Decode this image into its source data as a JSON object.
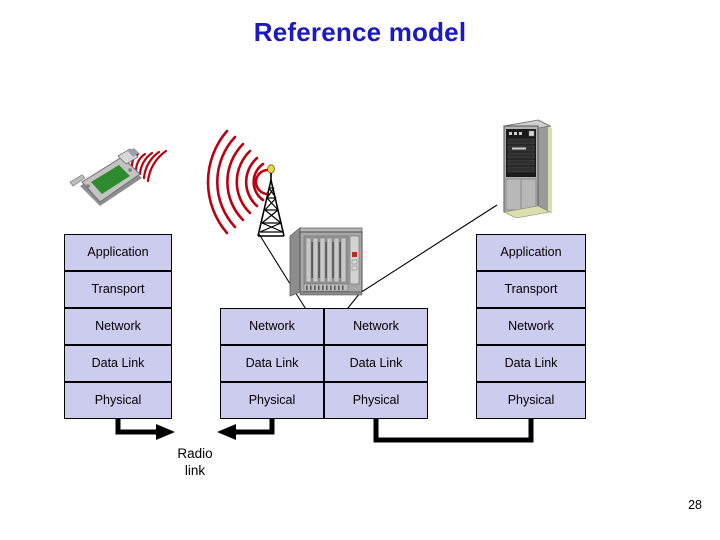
{
  "slide": {
    "title": "Reference model",
    "number": "28",
    "background_color": "#ffffff",
    "title_color": "#1a19c4"
  },
  "colors": {
    "layer_fill": "#ccccee",
    "layer_border": "#000000",
    "radio_wave": "#bb0011",
    "connector_line": "#000000",
    "pda_screen": "#2e8b2e",
    "device_body": "#a9a9a9"
  },
  "stacks": [
    {
      "id": "left-host",
      "name": "left-host-stack",
      "layers": [
        {
          "label": "Application"
        },
        {
          "label": "Transport"
        },
        {
          "label": "Network"
        },
        {
          "label": "Data Link"
        },
        {
          "label": "Physical"
        }
      ]
    },
    {
      "id": "router-left",
      "name": "router-left-stack",
      "layers": [
        {
          "label": "Network"
        },
        {
          "label": "Data Link"
        },
        {
          "label": "Physical"
        }
      ]
    },
    {
      "id": "router-right",
      "name": "router-right-stack",
      "layers": [
        {
          "label": "Network"
        },
        {
          "label": "Data Link"
        },
        {
          "label": "Physical"
        }
      ]
    },
    {
      "id": "right-host",
      "name": "right-host-stack",
      "layers": [
        {
          "label": "Application"
        },
        {
          "label": "Transport"
        },
        {
          "label": "Network"
        },
        {
          "label": "Data Link"
        },
        {
          "label": "Physical"
        }
      ]
    }
  ],
  "annotations": {
    "radio_link_line1": "Radio",
    "radio_link_line2": "link"
  },
  "artwork": [
    {
      "name": "pda-device-icon",
      "description": "handheld PDA with green screen emitting radio waves"
    },
    {
      "name": "radio-tower-icon",
      "description": "antenna mast radiating concentric red waves"
    },
    {
      "name": "router-chassis-icon",
      "description": "rack mounted switch chassis with line cards"
    },
    {
      "name": "server-tower-icon",
      "description": "desktop tower server"
    }
  ]
}
